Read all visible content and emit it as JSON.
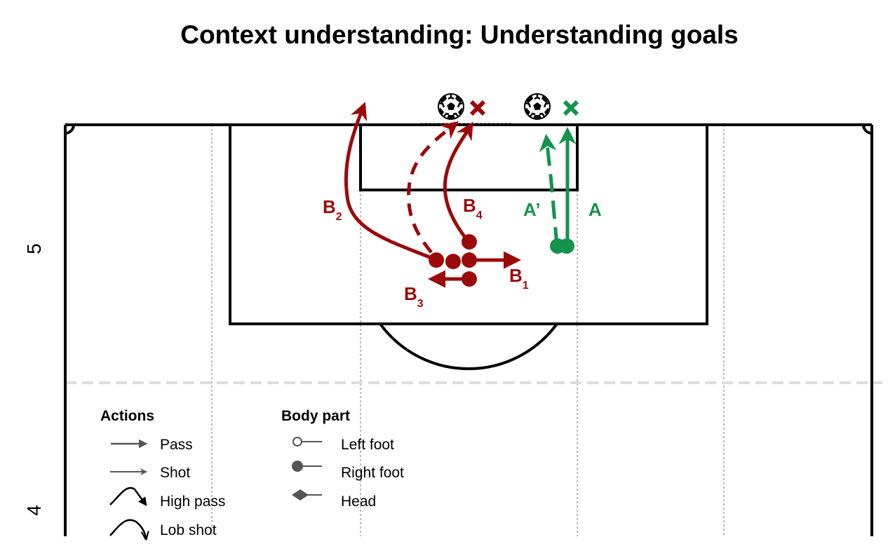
{
  "title": "Context understanding: Understanding goals",
  "axis_labels": {
    "upper": "5",
    "lower": "4"
  },
  "colors": {
    "team_b": "#9b0a0a",
    "team_a": "#14934f",
    "legend": "#555555",
    "line": "#000000",
    "guide": "#bbbbbb"
  },
  "labels": {
    "b1": {
      "main": "B",
      "sub": "1"
    },
    "b2": {
      "main": "B",
      "sub": "2"
    },
    "b3": {
      "main": "B",
      "sub": "3"
    },
    "b4": {
      "main": "B",
      "sub": "4"
    },
    "a": "A",
    "a_prime": "A’"
  },
  "markers": {
    "ball": "soccer-ball-icon",
    "miss": "cross-icon"
  },
  "legend": {
    "actions_title": "Actions",
    "actions": [
      "Pass",
      "Shot",
      "High pass",
      "Lob shot"
    ],
    "body_title": "Body part",
    "body_parts": [
      "Left foot",
      "Right foot",
      "Head"
    ]
  }
}
